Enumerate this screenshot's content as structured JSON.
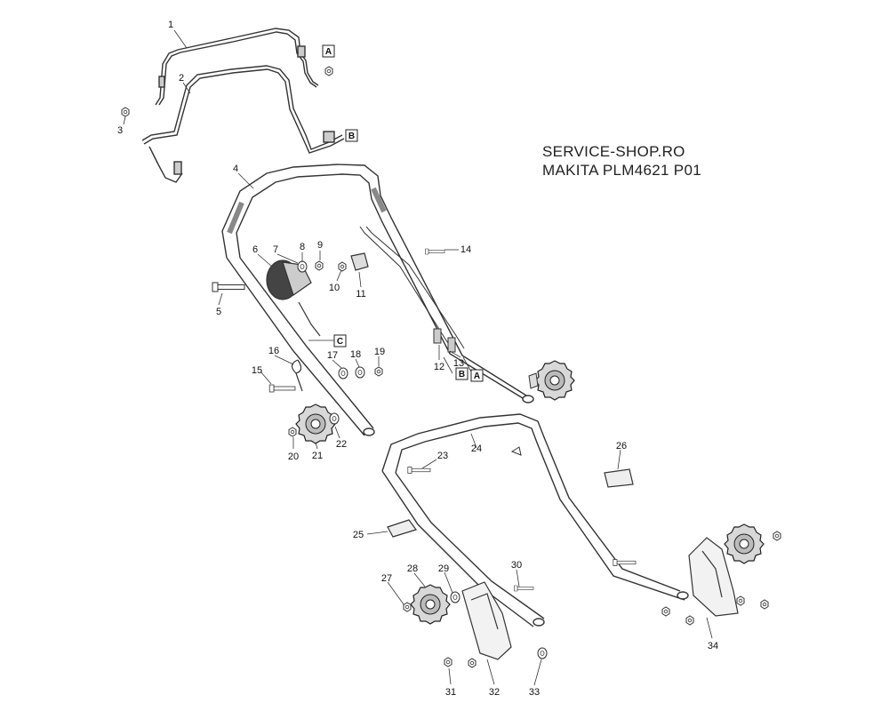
{
  "header": {
    "line1": "SERVICE-SHOP.RO",
    "line2": "MAKITA PLM4621 P01"
  },
  "callouts": [
    "1",
    "2",
    "3",
    "4",
    "5",
    "6",
    "7",
    "8",
    "9",
    "10",
    "11",
    "12",
    "13",
    "14",
    "15",
    "16",
    "17",
    "18",
    "19",
    "20",
    "21",
    "22",
    "23",
    "24",
    "25",
    "26",
    "27",
    "28",
    "29",
    "30",
    "31",
    "32",
    "33",
    "34"
  ],
  "ref_boxes": [
    "A",
    "B",
    "C",
    "B",
    "A"
  ]
}
